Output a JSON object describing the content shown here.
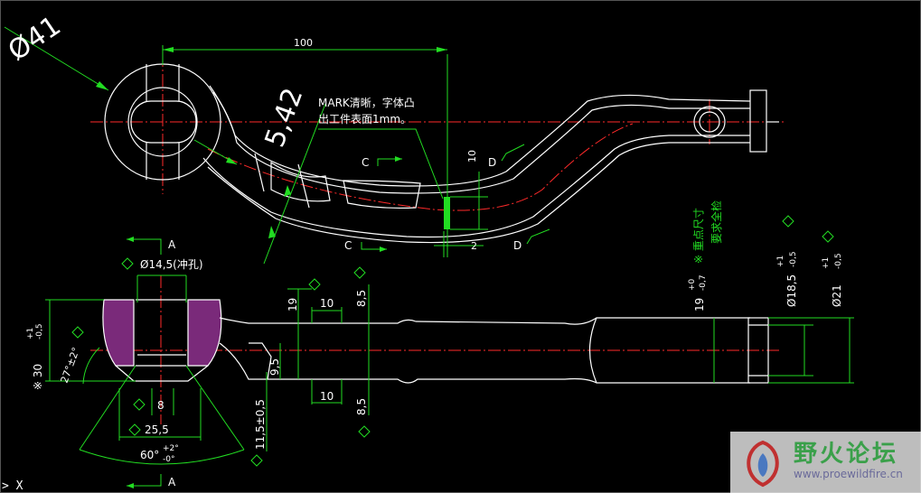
{
  "drawing": {
    "top_view": {
      "dim_phi41": "Ø41",
      "dim_100": "100",
      "dim_r542": "5,42",
      "dim_10": "10",
      "dim_2": "2",
      "note_line1": "MARK清晰，字体凸",
      "note_line2": "出工件表面1mm。",
      "section_c_upper": "C",
      "section_c_lower": "C",
      "section_d_upper": "D",
      "section_d_lower": "D"
    },
    "side_view": {
      "section_a_top": "A",
      "section_a_bottom": "A",
      "dim_phi145": "Ø14,5(冲孔)",
      "dim_30": "※ 30",
      "dim_30_tol_upper": "+1",
      "dim_30_tol_lower": "-0,5",
      "dim_27": "27°±2°",
      "dim_8": "8",
      "dim_255": "25,5",
      "dim_60": "60°",
      "dim_60_tol_upper": "+2°",
      "dim_60_tol_lower": "-0°",
      "dim_115": "11,5±0,5",
      "dim_19a": "19",
      "dim_10_top": "10",
      "dim_85_top": "8,5",
      "dim_95": "9,5",
      "dim_10_bottom": "10",
      "dim_85_bottom": "8,5",
      "dim_19b": "19",
      "dim_19b_tol_upper": "+0",
      "dim_19b_tol_lower": "-0,7",
      "note_key": "※ 重点尺寸",
      "note_key2": "要求全检",
      "dim_phi185": "Ø18,5",
      "dim_phi185_tol_upper": "+1",
      "dim_phi185_tol_lower": "-0,5",
      "dim_phi21": "Ø21",
      "dim_phi21_tol_upper": "+1",
      "dim_phi21_tol_lower": "-0,5"
    }
  },
  "watermark": {
    "name": "野火论坛",
    "url": "www.proewildfire.cn"
  },
  "cursor_glyph": "> X"
}
